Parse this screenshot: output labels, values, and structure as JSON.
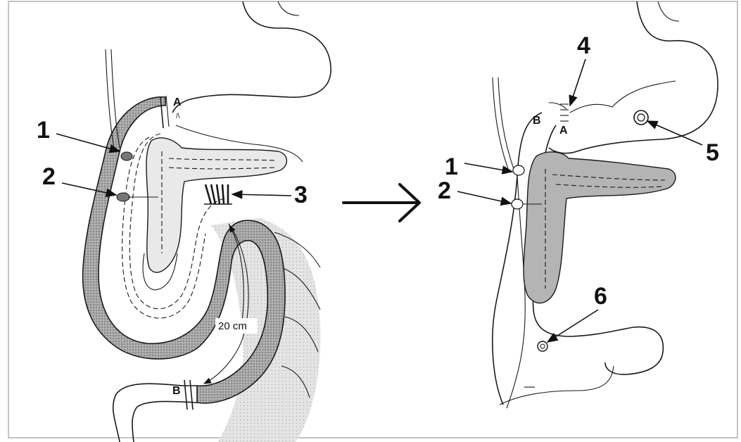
{
  "labels": {
    "left": {
      "n1": "1",
      "n2": "2",
      "n3": "3",
      "a": "A",
      "b": "B",
      "distance": "20 cm"
    },
    "right": {
      "n1": "1",
      "n2": "2",
      "n4": "4",
      "n5": "5",
      "n6": "6",
      "a": "A",
      "b": "B"
    }
  }
}
